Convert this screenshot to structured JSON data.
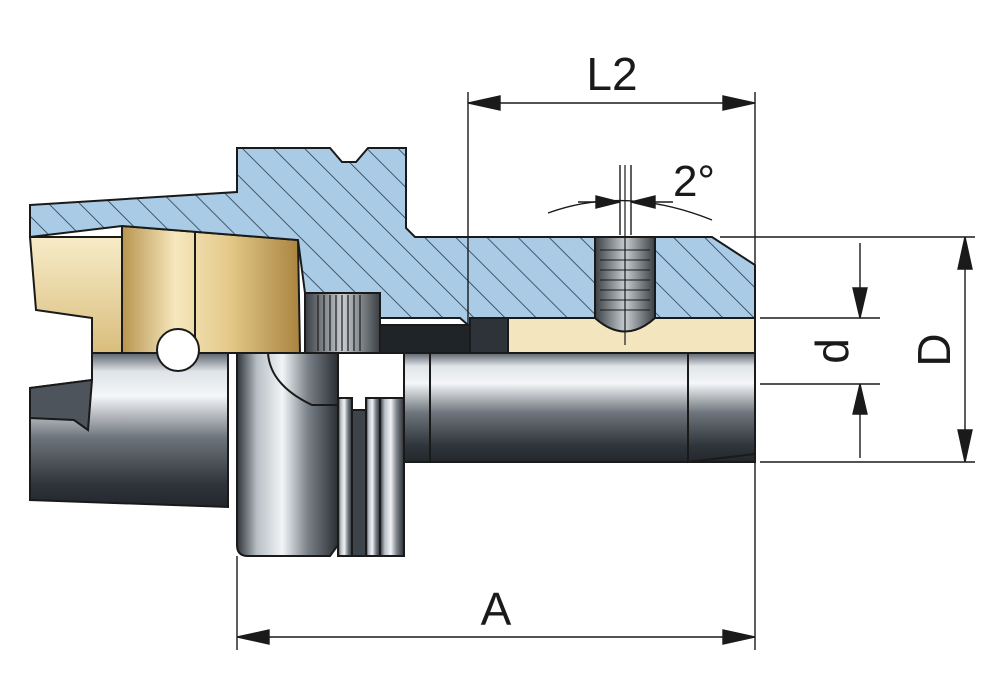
{
  "labels": {
    "L2": "L2",
    "angle": "2°",
    "d": "d",
    "D": "D",
    "A": "A"
  },
  "colors": {
    "section_blue": "#a9cbe6",
    "hatch": "#2a3b4d",
    "brass": "#e6cf96",
    "steel_dark": "#3e444b",
    "steel_light": "#e8ecef",
    "outline": "#1a1a1a"
  }
}
